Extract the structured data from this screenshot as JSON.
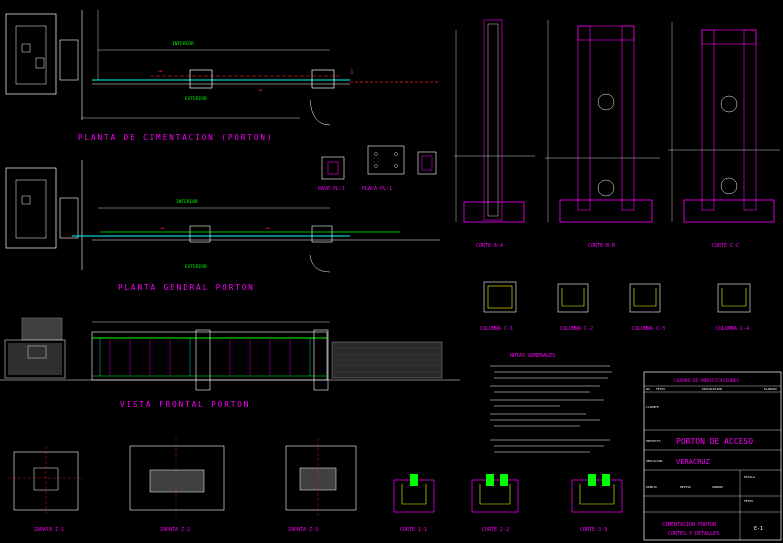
{
  "plan_titles": {
    "foundation": "PLANTA DE CIMENTACION (PORTON)",
    "general": "PLANTA GENERAL PORTON",
    "front_view": "VISTA FRONTAL PORTON"
  },
  "plan_labels": {
    "interior": "INTERIOR",
    "exterior": "EXTERIOR"
  },
  "details": {
    "base": "BASE PL-1",
    "placa": "PLACA PL-1"
  },
  "sections": {
    "a": "CORTE A-A",
    "b": "CORTE B-B",
    "c": "CORTE C-C"
  },
  "columns": [
    "COLUMNA C-1",
    "COLUMNA C-2",
    "COLUMNA C-3",
    "COLUMNA C-4"
  ],
  "footings": [
    "ZAPATA Z-1",
    "ZAPATA Z-2",
    "ZAPATA Z-3"
  ],
  "cuts": [
    "CORTE 1-1",
    "CORTE 2-2",
    "CORTE 3-3"
  ],
  "notes": {
    "title": "NOTAS GENERALES"
  },
  "title_block": {
    "modifications": "CUADRO DE MODIFICACIONES",
    "col_no": "NO.",
    "col_date": "FECHA",
    "col_desc": "DESCRIPCION",
    "col_by": "ELABORO",
    "cliente": "CLIENTE",
    "proyecto": "PROYECTO",
    "project_name": "PORTON DE ACCESO",
    "ubicacion": "UBICACION",
    "location": "VERACRUZ",
    "dibujo": "DIBUJO",
    "reviso": "REVISO",
    "aprobo": "APROBO",
    "escala": "ESCALA",
    "fecha": "FECHA",
    "sheet_title_1": "CIMENTACION PORTON",
    "sheet_title_2": "CORTES Y DETALLES",
    "sheet_no": "E-1"
  },
  "colors": {
    "background": "#000000",
    "title_magenta": "#ff00ff",
    "line_white": "#ffffff",
    "rebar_yellow": "#ffff00",
    "dim_green": "#00ff00",
    "cyan": "#00ffff",
    "red": "#ff2020",
    "blue": "#4060ff"
  }
}
